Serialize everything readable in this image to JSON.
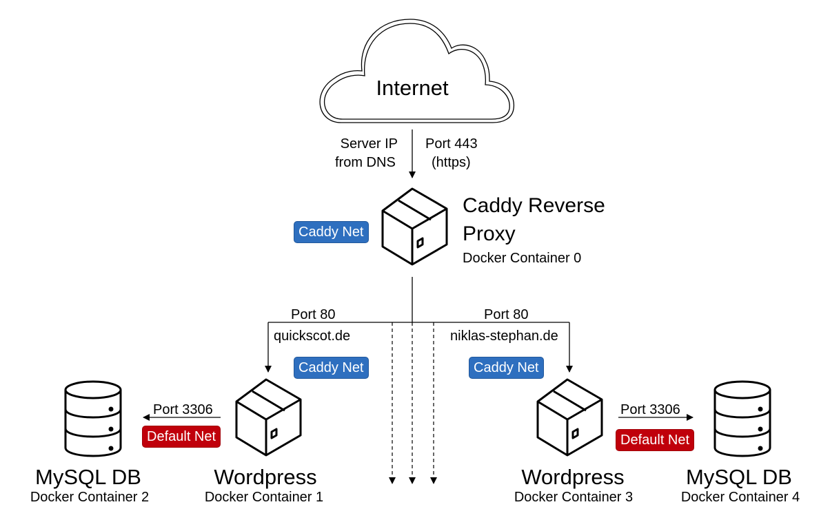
{
  "internet": {
    "label": "Internet",
    "icon": "cloud-icon"
  },
  "inbound": {
    "left_label_line1": "Server IP",
    "left_label_line2": "from DNS",
    "right_label_line1": "Port 443",
    "right_label_line2": "(https)"
  },
  "proxy": {
    "title_line1": "Caddy Reverse",
    "title_line2": "Proxy",
    "subtitle": "Docker Container 0",
    "network": "Caddy Net",
    "icon": "box-icon"
  },
  "routes": {
    "left": {
      "port": "Port 80",
      "domain": "quickscot.de",
      "network": "Caddy Net"
    },
    "right": {
      "port": "Port 80",
      "domain": "niklas-stephan.de",
      "network": "Caddy Net"
    }
  },
  "containers": {
    "wordpress1": {
      "title": "Wordpress",
      "subtitle": "Docker Container 1",
      "icon": "box-icon"
    },
    "mysql2": {
      "title": "MySQL DB",
      "subtitle": "Docker Container 2",
      "icon": "database-icon"
    },
    "wordpress3": {
      "title": "Wordpress",
      "subtitle": "Docker Container 3",
      "icon": "box-icon"
    },
    "mysql4": {
      "title": "MySQL DB",
      "subtitle": "Docker Container 4",
      "icon": "database-icon"
    }
  },
  "db_links": {
    "left": {
      "port": "Port 3306",
      "network": "Default Net"
    },
    "right": {
      "port": "Port 3306",
      "network": "Default Net"
    }
  },
  "colors": {
    "caddy_net": "#2e6fbf",
    "default_net": "#c0000b"
  }
}
